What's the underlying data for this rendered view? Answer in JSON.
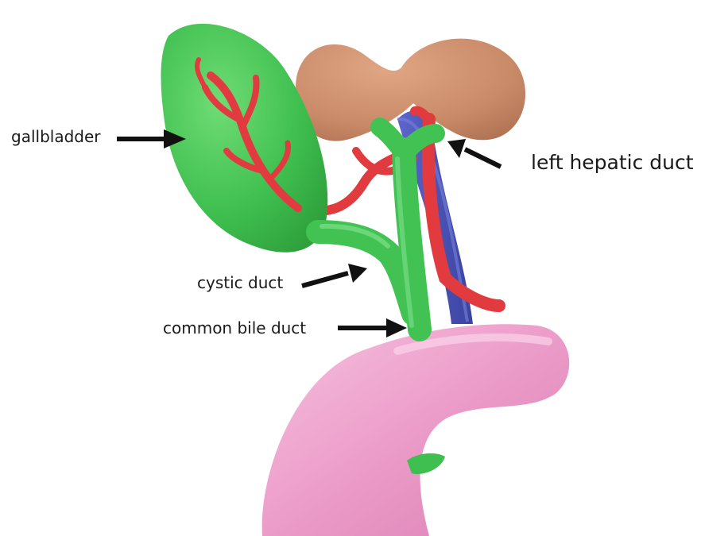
{
  "labels": {
    "gallbladder": "gallbladder",
    "cystic_duct": "cystic duct",
    "common_bile_duct": "common bile duct",
    "left_hepatic_duct": "left hepatic duct"
  },
  "colors": {
    "gallbladder": "#3fbf4f",
    "duct": "#42c253",
    "liver": "#c98a68",
    "artery": "#e13a3f",
    "vein": "#4a54b8",
    "duodenum": "#ec9cc9",
    "arrow": "#111111"
  }
}
